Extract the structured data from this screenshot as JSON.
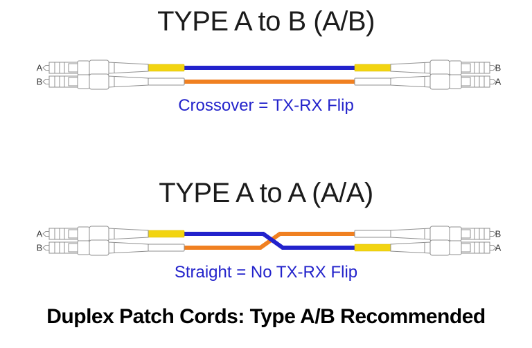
{
  "colors": {
    "fiber_blue": "#2222CC",
    "fiber_orange": "#F08021",
    "tube_yellow": "#F2D411",
    "tube_yellow_edge": "#D8BB00",
    "tube_white": "#FFFFFF",
    "caption_blue": "#2323CB",
    "heading_dark": "#1B1B1B",
    "footer_black": "#000000",
    "connector_line": "#8F8F8F",
    "label_gray": "#3A3A3A"
  },
  "diagrams": [
    {
      "id": "type_ab",
      "title": "TYPE A to B (A/B)",
      "caption": "Crossover = TX-RX Flip",
      "fiber_routing": "parallel",
      "left_connector": {
        "top_label": "A",
        "bottom_label": "B"
      },
      "right_connector": {
        "top_label": "B",
        "bottom_label": "A"
      }
    },
    {
      "id": "type_aa",
      "title": "TYPE A to A (A/A)",
      "caption": "Straight = No TX-RX Flip",
      "fiber_routing": "crossed",
      "left_connector": {
        "top_label": "A",
        "bottom_label": "B"
      },
      "right_connector": {
        "top_label": "B",
        "bottom_label": "A"
      }
    }
  ],
  "footer": {
    "title": "Duplex Patch Cords: Type A/B Recommended"
  }
}
